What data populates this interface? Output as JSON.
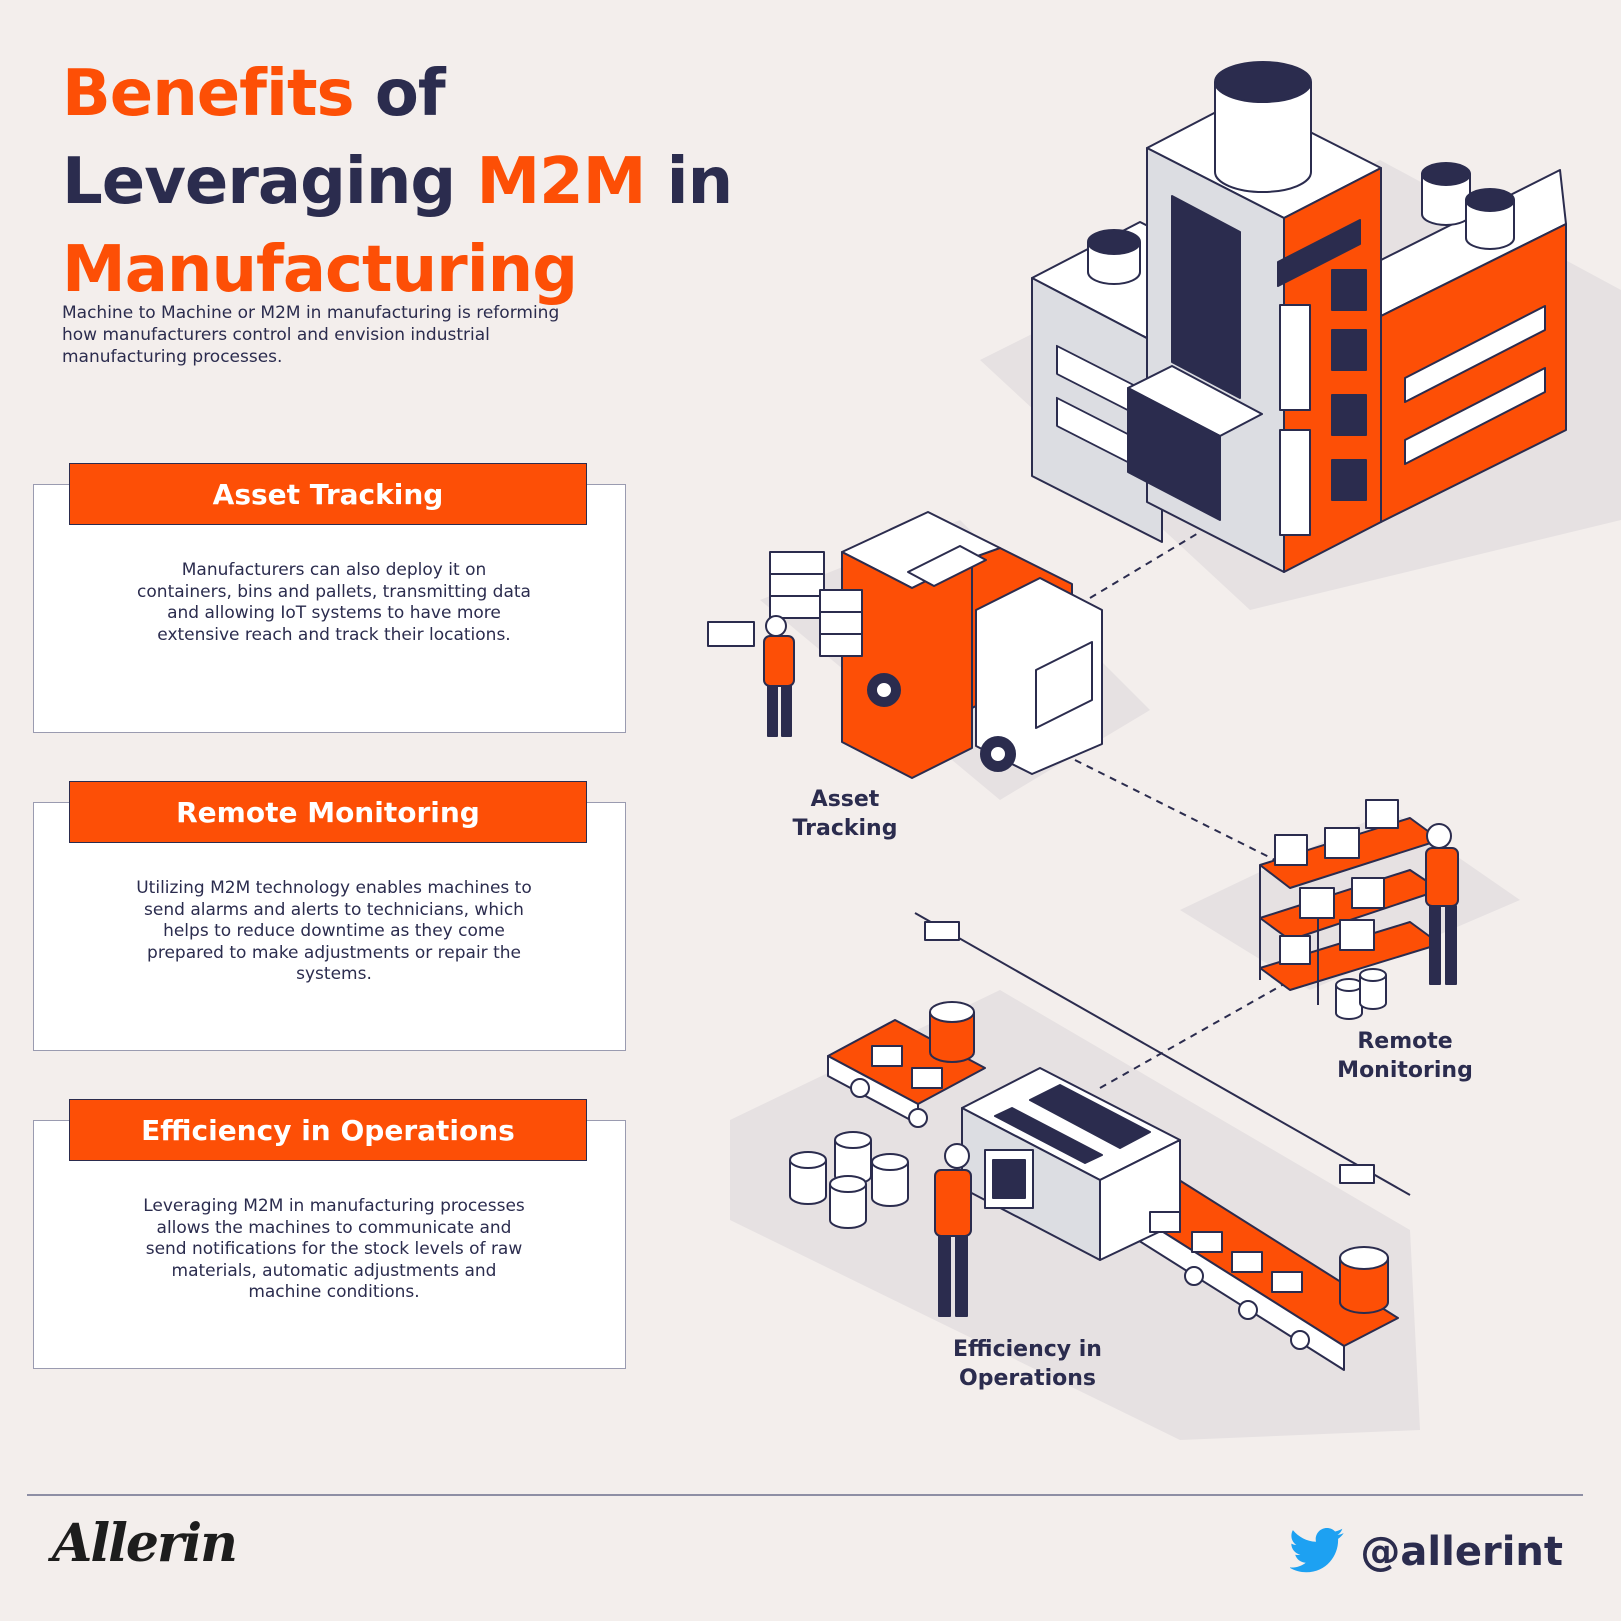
{
  "header": {
    "title_word1": "Benefits",
    "title_word2": " of",
    "title_word3": "Leveraging ",
    "title_word4": "M2M",
    "title_word5": " in",
    "title_word6": "Manufacturing",
    "intro": "Machine to Machine or M2M in manufacturing is reforming how manufacturers control and envision industrial manufacturing processes."
  },
  "cards": [
    {
      "title": "Asset Tracking",
      "body": "Manufacturers can also deploy it on containers, bins and pallets, transmitting data and allowing IoT systems to have more extensive reach and track their locations."
    },
    {
      "title": "Remote Monitoring",
      "body": "Utilizing M2M technology enables machines to send alarms and alerts to technicians, which helps to reduce downtime as they come prepared to make adjustments or repair the systems."
    },
    {
      "title": "Efficiency in Operations",
      "body": "Leveraging M2M in manufacturing processes allows the machines to communicate and send notifications for the stock levels of raw materials, automatic adjustments and machine conditions."
    }
  ],
  "illustration": {
    "label_asset": "Asset Tracking",
    "label_remote": "Remote Monitoring",
    "label_efficiency": "Efficiency in Operations"
  },
  "footer": {
    "brand": "Allerin",
    "social_icon": "twitter-bird-icon",
    "handle": "@allerint"
  },
  "colors": {
    "accent": "#fd4f06",
    "navy": "#2b2c4e",
    "background": "#f3eeec"
  }
}
